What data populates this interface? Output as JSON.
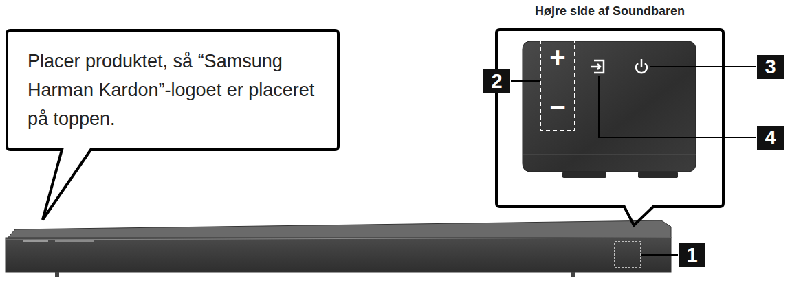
{
  "diagram": {
    "nodes": [
      {
        "text": [
          "Placer produktet, så “Samsung Harman Kardon”-logoet er placeret på toppen."
        ]
      },
      {
        "text": [
          "Højre side af Soundbaren"
        ]
      }
    ],
    "labels": [
      "2",
      "3",
      "4",
      "1",
      "+",
      "−"
    ]
  }
}
